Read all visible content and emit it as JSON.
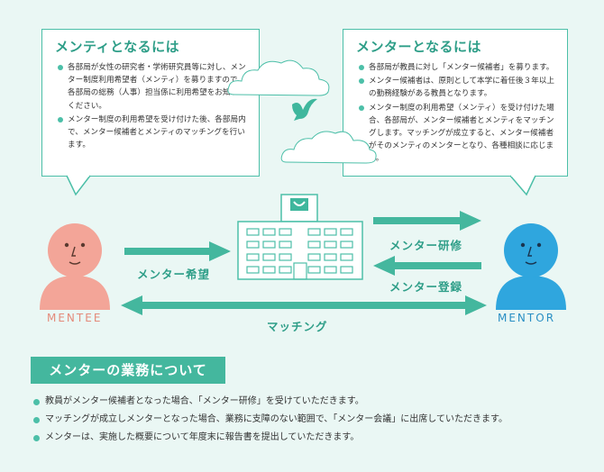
{
  "mentee_box": {
    "title": "メンティとなるには",
    "items": [
      "各部局が女性の研究者・学術研究員等に対し、メンター制度利用希望者（メンティ）を募りますので、各部局の総務（人事）担当係に利用希望をお知らせください。",
      "メンター制度の利用希望を受け付けた後、各部局内で、メンター候補者とメンティのマッチングを行います。"
    ]
  },
  "mentor_box": {
    "title": "メンターとなるには",
    "items": [
      "各部局が教員に対し「メンター候補者」を募ります。",
      "メンター候補者は、原則として本学に着任後３年以上の勤務経験がある教員となります。",
      "メンター制度の利用希望（メンティ）を受け付けた場合、各部局が、メンター候補者とメンティをマッチングします。マッチングが成立すると、メンター候補者がそのメンティのメンターとなり、各種相談に応じます。"
    ]
  },
  "flow": {
    "mentee_label": "MENTEE",
    "mentor_label": "MENTOR",
    "mentor_request": "メンター希望",
    "mentor_training": "メンター研修",
    "mentor_registration": "メンター登録",
    "matching": "マッチング"
  },
  "duties": {
    "title": "メンターの業務について",
    "items": [
      "教員がメンター候補者となった場合、「メンター研修」を受けていただきます。",
      "マッチングが成立しメンターとなった場合、業務に支障のない範囲で、「メンター会議」に出席していただきます。",
      "メンターは、実施した概要について年度末に報告書を提出していただきます。"
    ]
  },
  "colors": {
    "accent": "#4cbfa8",
    "mentee": "#f3a598",
    "mentor": "#2fa6de"
  }
}
